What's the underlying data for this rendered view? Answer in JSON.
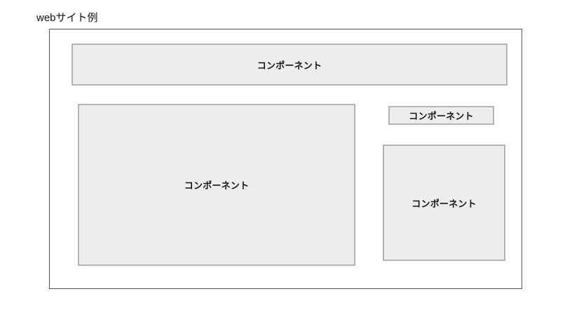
{
  "page": {
    "title": "webサイト例"
  },
  "site_frame": {
    "name": "website-layout-frame",
    "components": [
      {
        "id": "header",
        "label": "コンポーネント",
        "role": "header-component"
      },
      {
        "id": "main",
        "label": "コンポーネント",
        "role": "main-content-component"
      },
      {
        "id": "aside_top",
        "label": "コンポーネント",
        "role": "sidebar-top-component"
      },
      {
        "id": "aside_main",
        "label": "コンポーネント",
        "role": "sidebar-main-component"
      }
    ]
  },
  "colors": {
    "page_background": "#ffffff",
    "frame_border": "#555555",
    "component_fill": "#ededed",
    "component_border": "#b3b3b3",
    "text": "#141414",
    "title_text": "#111111"
  }
}
